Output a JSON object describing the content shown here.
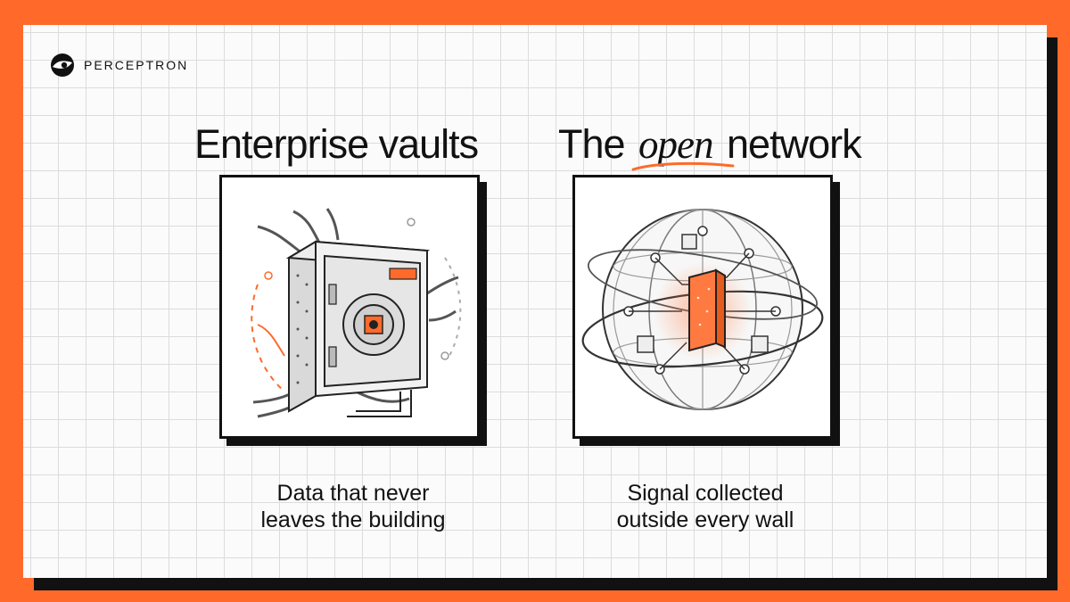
{
  "brand": {
    "name": "PERCEPTRON",
    "accent": "#ff6a2b",
    "ink": "#111111",
    "logo_icon": "perceptron-logo-icon"
  },
  "panels": {
    "left": {
      "heading": "Enterprise vaults",
      "illustration_icon": "vault-icon",
      "caption_line1": "Data that never",
      "caption_line2": "leaves the building"
    },
    "right": {
      "heading_before": "The ",
      "heading_emphasis": "open",
      "heading_after": " network",
      "illustration_icon": "globe-network-icon",
      "caption_line1": "Signal collected",
      "caption_line2": "outside every wall"
    }
  }
}
